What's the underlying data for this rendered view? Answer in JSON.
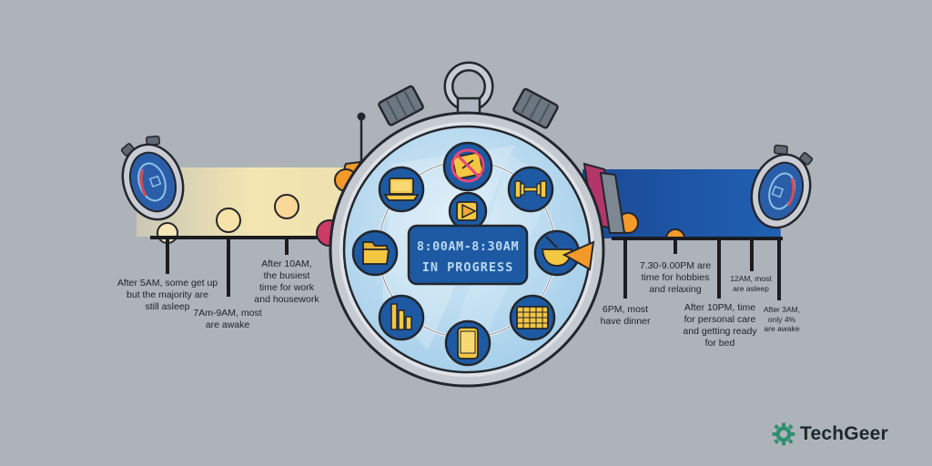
{
  "center_display": {
    "line1": "8:00AM-8:30AM",
    "line2": "IN PROGRESS"
  },
  "annotations": [
    {
      "id": "5am",
      "lines": [
        "After 5AM, some get up",
        "but the majority are",
        "still asleep"
      ]
    },
    {
      "id": "7am",
      "lines": [
        "7Am-9AM, most",
        "are awake"
      ]
    },
    {
      "id": "10am",
      "lines": [
        "After 10AM,",
        "the busiest",
        "time for work",
        "and housework"
      ]
    },
    {
      "id": "6pm",
      "lines": [
        "6PM, most",
        "have dinner"
      ]
    },
    {
      "id": "730pm",
      "lines": [
        "7.30-9.00PM are",
        "time for hobbies",
        "and relaxing"
      ]
    },
    {
      "id": "10pm",
      "lines": [
        "After 10PM, time",
        "for personal care",
        "and getting ready",
        "for bed"
      ]
    },
    {
      "id": "12am",
      "lines": [
        "12AM, most",
        "are asleep"
      ]
    },
    {
      "id": "3am",
      "lines": [
        "After 3AM,",
        "only 4%",
        "are awake"
      ]
    }
  ],
  "icons": [
    "no-entry-icon",
    "play-icon",
    "dumbbell-icon",
    "laptop-icon",
    "folder-icon",
    "food-bowl-icon",
    "bar-chart-icon",
    "phone-icon",
    "calendar-icon"
  ],
  "brand": {
    "name": "TechGeer"
  },
  "colors": {
    "background": "#aeb3b9",
    "morning_band": "#f3e3a6",
    "evening_band": "#1f4f9c",
    "icon_circle": "#1e5aa3",
    "icon_yellow": "#f4c742",
    "orange": "#f39a2b",
    "brand_green": "#2f8f6e"
  }
}
